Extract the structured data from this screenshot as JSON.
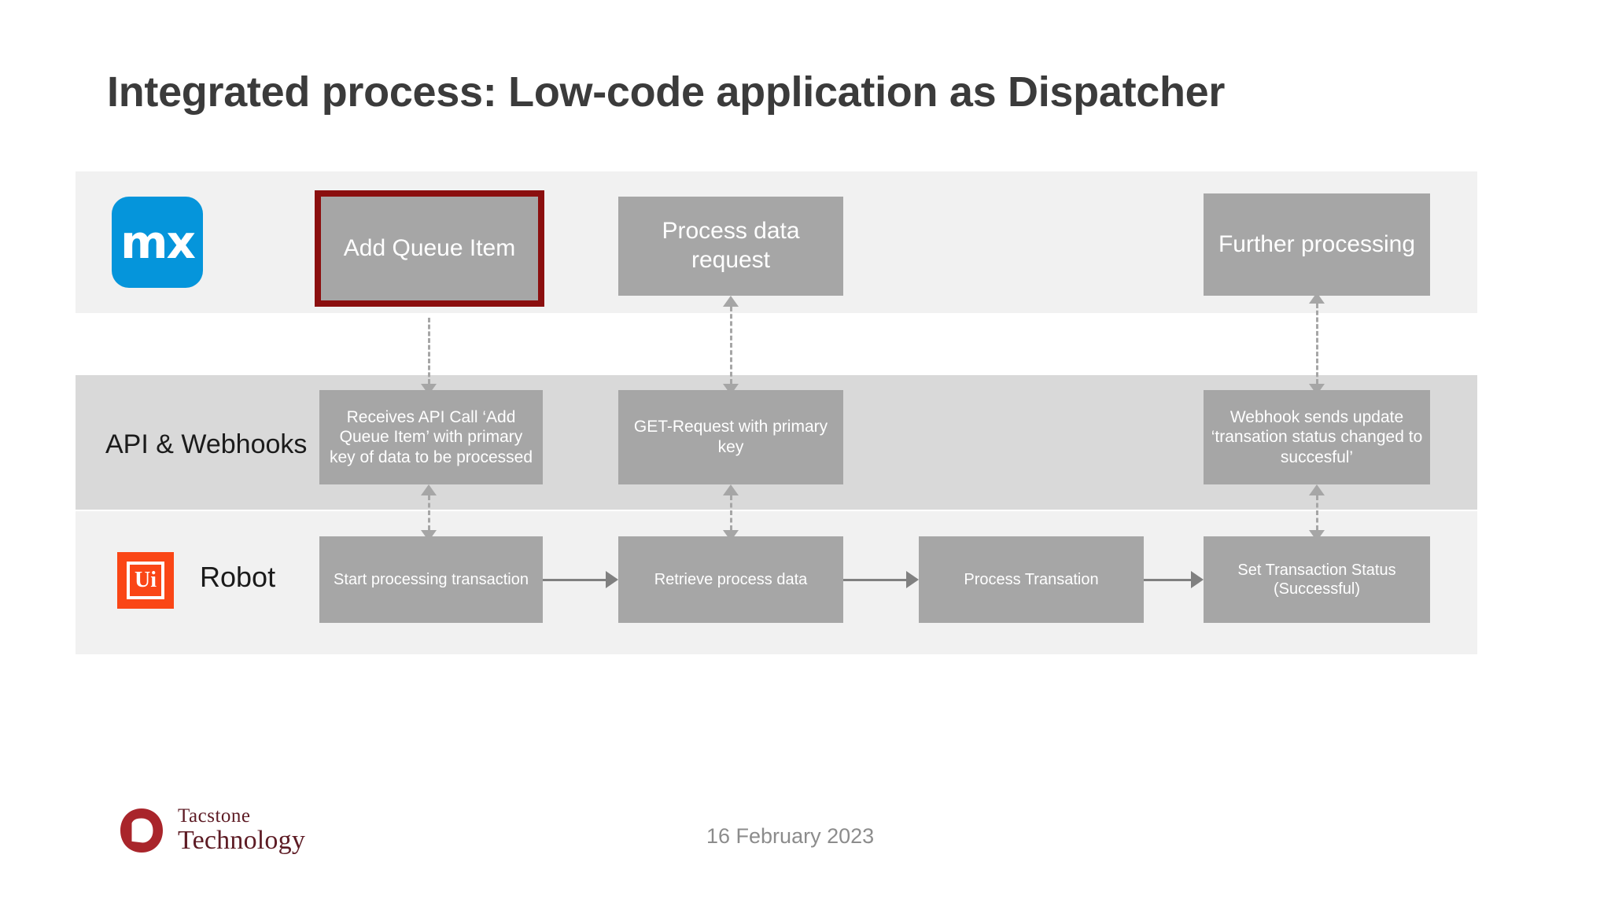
{
  "slide": {
    "title": "Integrated process: Low-code application as Dispatcher",
    "background_color": "#ffffff"
  },
  "colors": {
    "box_fill": "#a6a6a6",
    "box_text": "#ffffff",
    "highlight_border": "#8b0f0f",
    "band_light": "#f1f1f1",
    "band_dark": "#d9d9d9",
    "connector": "#a6a6a6",
    "arrow_solid": "#808080",
    "title_text": "#3b3b3b",
    "mendix_blue": "#0595db",
    "uipath_orange": "#fa4616",
    "footer_date_text": "#8c8c8c",
    "tacstone_red": "#a9252b"
  },
  "lanes": [
    {
      "id": "mendix",
      "label": "",
      "icon": "mendix-logo-icon",
      "icon_text": "mx",
      "band": "light",
      "boxes": [
        {
          "id": "add-queue-item",
          "label": "Add Queue Item",
          "highlighted": true
        },
        {
          "id": "process-data-req",
          "label": "Process data request",
          "highlighted": false
        },
        {
          "id": "further-proc",
          "label": "Further processing",
          "highlighted": false
        }
      ]
    },
    {
      "id": "api-webhooks",
      "label": "API & Webhooks",
      "icon": "",
      "band": "dark",
      "boxes": [
        {
          "id": "receives-api",
          "label": "Receives API Call ‘Add Queue Item’ with primary key of data to be processed"
        },
        {
          "id": "get-request",
          "label": "GET-Request with primary key"
        },
        {
          "id": "webhook",
          "label": "Webhook sends update ‘transation status changed to succesful’"
        }
      ]
    },
    {
      "id": "robot",
      "label": "Robot",
      "icon": "uipath-logo-icon",
      "icon_text": "Ui",
      "band": "light",
      "boxes": [
        {
          "id": "start-processing",
          "label": "Start processing transaction"
        },
        {
          "id": "retrieve-data",
          "label": "Retrieve process data"
        },
        {
          "id": "process-trans",
          "label": "Process Transation"
        },
        {
          "id": "set-status",
          "label": "Set Transaction Status (Successful)"
        }
      ]
    }
  ],
  "connectors": {
    "vertical_dashed_bidirectional": [
      {
        "from": "add-queue-item",
        "to": "receives-api"
      },
      {
        "from": "process-data-req",
        "to": "get-request"
      },
      {
        "from": "further-proc",
        "to": "webhook"
      },
      {
        "from": "receives-api",
        "to": "start-processing"
      },
      {
        "from": "get-request",
        "to": "retrieve-data"
      },
      {
        "from": "webhook",
        "to": "set-status"
      }
    ],
    "horizontal_solid": [
      {
        "from": "start-processing",
        "to": "retrieve-data"
      },
      {
        "from": "retrieve-data",
        "to": "process-trans"
      },
      {
        "from": "process-trans",
        "to": "set-status"
      }
    ]
  },
  "footer": {
    "company_name_top": "Tacstone",
    "company_name_bottom": "Technology",
    "date": "16 February 2023"
  }
}
